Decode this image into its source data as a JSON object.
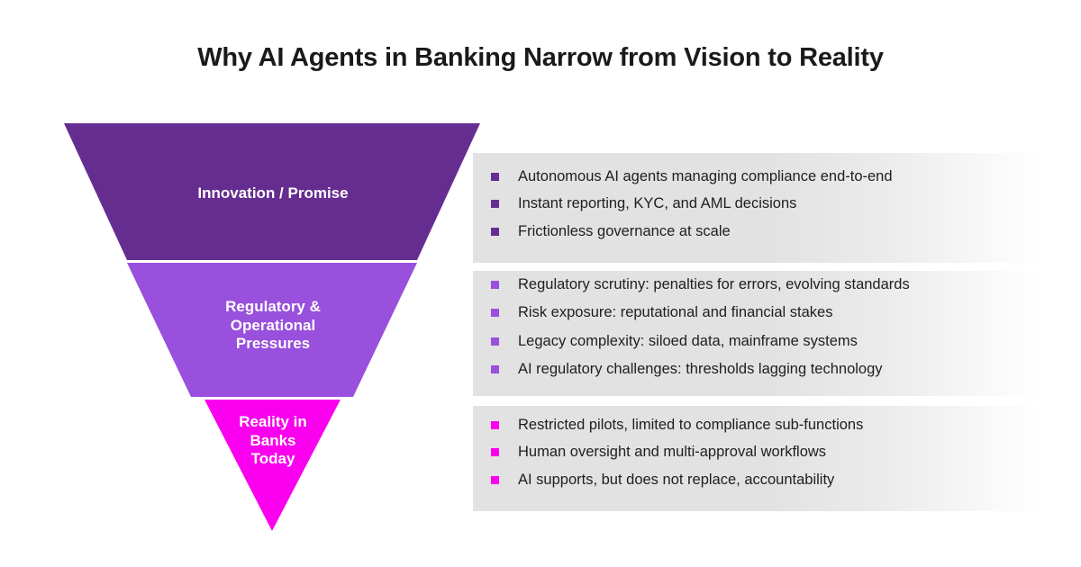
{
  "title": "Why AI Agents in Banking Narrow from Vision to Reality",
  "colors": {
    "background": "#ffffff",
    "title_text": "#1a1a1a",
    "panel_gray": "#e2e2e2",
    "stage_1": "#662D91",
    "stage_2": "#9950DD",
    "stage_3": "#FA00EE",
    "label_text": "#ffffff",
    "bullet_text": "#1f1f1f"
  },
  "funnel": {
    "type": "inverted-funnel",
    "stages": [
      {
        "label": "Innovation / Promise",
        "label_lines": [
          "Innovation / Promise"
        ],
        "color": "#662D91",
        "bullet_color": "#662D91",
        "bullets": [
          "Autonomous AI agents managing compliance end-to-end",
          "Instant reporting, KYC, and AML decisions",
          "Frictionless governance at scale"
        ]
      },
      {
        "label": "Regulatory & Operational Pressures",
        "label_lines": [
          "Regulatory &",
          "Operational",
          "Pressures"
        ],
        "color": "#9950DD",
        "bullet_color": "#9950DD",
        "bullets": [
          "Regulatory scrutiny: penalties for errors, evolving standards",
          "Risk exposure: reputational and financial stakes",
          "Legacy complexity: siloed data, mainframe systems",
          "AI regulatory challenges: thresholds lagging technology"
        ]
      },
      {
        "label": "Reality in Banks Today",
        "label_lines": [
          "Reality in",
          "Banks",
          "Today"
        ],
        "color": "#FA00EE",
        "bullet_color": "#FA00EE",
        "bullets": [
          "Restricted pilots, limited to compliance sub-functions",
          "Human oversight and multi-approval workflows",
          "AI supports, but does not replace, accountability"
        ]
      }
    ]
  }
}
